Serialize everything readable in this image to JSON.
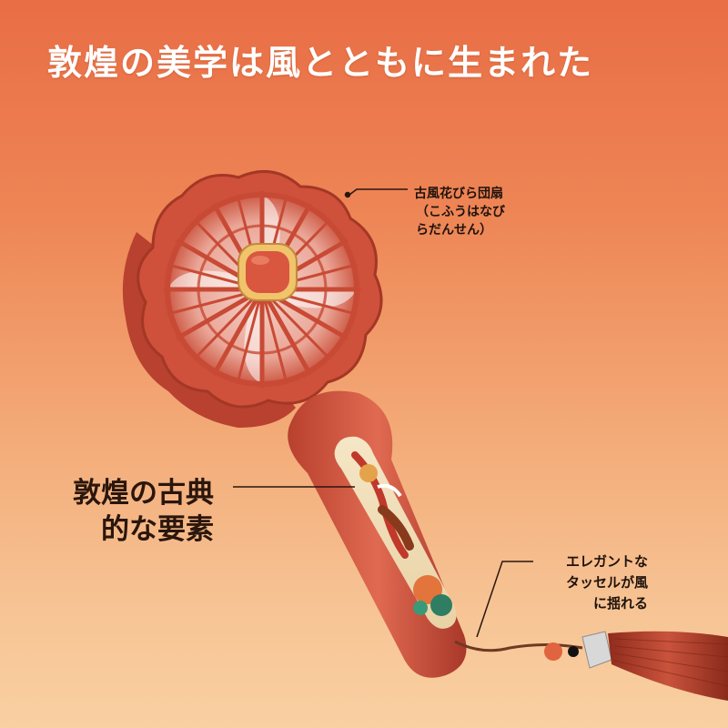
{
  "headline": "敦煌の美学は風とともに生まれた",
  "callouts": {
    "petal_fan": [
      "古風花びら団扇",
      "（こふうはなび",
      "らだんせん）"
    ],
    "dunhuang_elements": [
      "敦煌の古典",
      "的な要素"
    ],
    "tassel": [
      "エレガントな",
      "タッセルが風",
      "に揺れる"
    ]
  },
  "colors": {
    "background_top": "#e96d45",
    "background_bottom": "#f9d0a2",
    "fan_body": "#d2553e",
    "fan_body_dark": "#a83a29",
    "button_gold": "#f2c46a",
    "tassel": "#b8452f"
  }
}
